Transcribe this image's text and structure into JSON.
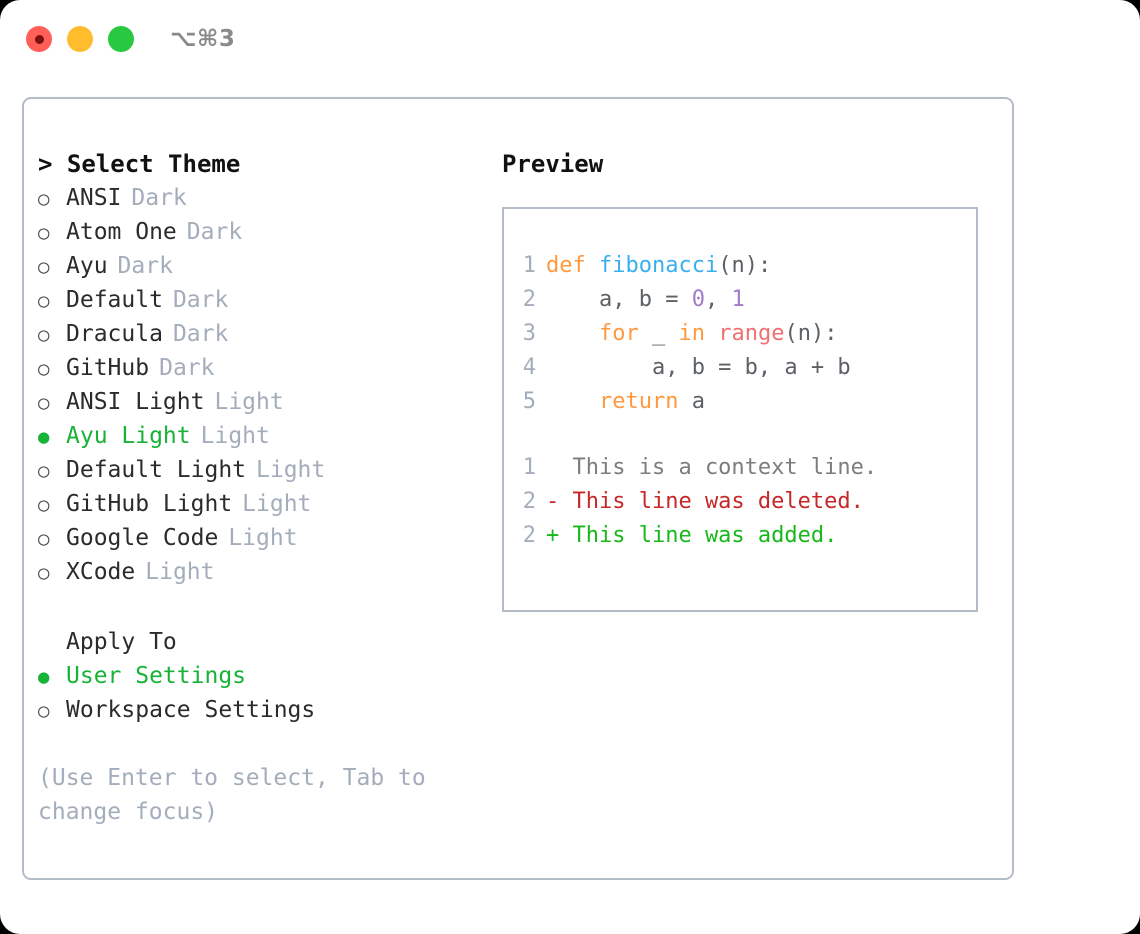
{
  "titlebar": {
    "shortcut": "⌥⌘3",
    "buttons": [
      "close",
      "minimize",
      "maximize"
    ]
  },
  "colors": {
    "accent_green": "#17b337",
    "muted": "#a3adbb",
    "border": "#b4bcc8",
    "keyword": "#ff9940",
    "function": "#39afef",
    "number": "#a37acc",
    "call": "#f07171",
    "diff_add": "#18b81c",
    "diff_del": "#c62828",
    "traffic_red": "#ff5f57",
    "traffic_yellow": "#ffbd2e",
    "traffic_green": "#28c840"
  },
  "theme_list": {
    "title": "> Select Theme",
    "items": [
      {
        "marker": "○",
        "label": "ANSI",
        "tag": "Dark",
        "selected": false
      },
      {
        "marker": "○",
        "label": "Atom One",
        "tag": "Dark",
        "selected": false
      },
      {
        "marker": "○",
        "label": "Ayu",
        "tag": "Dark",
        "selected": false
      },
      {
        "marker": "○",
        "label": "Default",
        "tag": "Dark",
        "selected": false
      },
      {
        "marker": "○",
        "label": "Dracula",
        "tag": "Dark",
        "selected": false
      },
      {
        "marker": "○",
        "label": "GitHub",
        "tag": "Dark",
        "selected": false
      },
      {
        "marker": "○",
        "label": "ANSI Light",
        "tag": "Light",
        "selected": false
      },
      {
        "marker": "●",
        "label": "Ayu Light",
        "tag": "Light",
        "selected": true
      },
      {
        "marker": "○",
        "label": "Default Light",
        "tag": "Light",
        "selected": false
      },
      {
        "marker": "○",
        "label": "GitHub Light",
        "tag": "Light",
        "selected": false
      },
      {
        "marker": "○",
        "label": "Google Code",
        "tag": "Light",
        "selected": false
      },
      {
        "marker": "○",
        "label": "XCode",
        "tag": "Light",
        "selected": false
      }
    ]
  },
  "apply_to": {
    "title": "Apply To",
    "items": [
      {
        "marker": "●",
        "label": "User Settings",
        "selected": true
      },
      {
        "marker": "○",
        "label": "Workspace Settings",
        "selected": false
      }
    ]
  },
  "hint": "(Use Enter to select, Tab to change focus)",
  "preview": {
    "title": "Preview",
    "code_lines": [
      {
        "no": "1",
        "tokens": [
          {
            "t": "def ",
            "c": "kw"
          },
          {
            "t": "fibonacci",
            "c": "fn"
          },
          {
            "t": "(n):",
            "c": "pl"
          }
        ]
      },
      {
        "no": "2",
        "tokens": [
          {
            "t": "    a, b = ",
            "c": "pl"
          },
          {
            "t": "0",
            "c": "num"
          },
          {
            "t": ", ",
            "c": "pl"
          },
          {
            "t": "1",
            "c": "num"
          }
        ]
      },
      {
        "no": "3",
        "tokens": [
          {
            "t": "    ",
            "c": "pl"
          },
          {
            "t": "for",
            "c": "kw"
          },
          {
            "t": " _ ",
            "c": "pl"
          },
          {
            "t": "in",
            "c": "kw"
          },
          {
            "t": " ",
            "c": "pl"
          },
          {
            "t": "range",
            "c": "call"
          },
          {
            "t": "(n):",
            "c": "pl"
          }
        ]
      },
      {
        "no": "4",
        "tokens": [
          {
            "t": "        a, b = b, a + b",
            "c": "pl"
          }
        ]
      },
      {
        "no": "5",
        "tokens": [
          {
            "t": "    ",
            "c": "pl"
          },
          {
            "t": "return",
            "c": "kw"
          },
          {
            "t": " a",
            "c": "pl"
          }
        ]
      }
    ],
    "diff_lines": [
      {
        "no": "1",
        "text": "  This is a context line.",
        "kind": "ctx"
      },
      {
        "no": "2",
        "text": "- This line was deleted.",
        "kind": "del"
      },
      {
        "no": "2",
        "text": "+ This line was added.",
        "kind": "add"
      }
    ]
  }
}
